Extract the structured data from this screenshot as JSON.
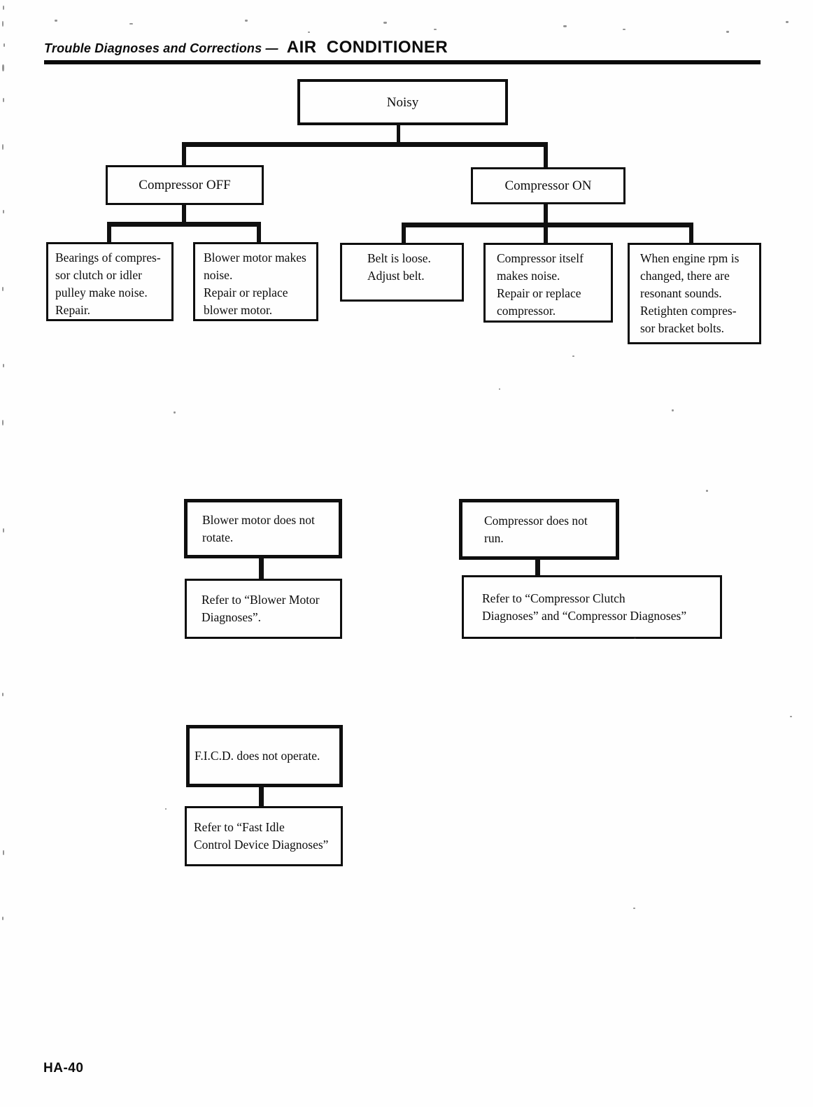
{
  "header": {
    "section_title": "Trouble Diagnoses and Corrections —",
    "page_title": "AIR CONDITIONER"
  },
  "flowchart": {
    "root_label": "Noisy",
    "branches": [
      {
        "label": "Compressor OFF",
        "causes": [
          {
            "text": "Bearings of compres-\nsor clutch or idler\npulley make noise.\nRepair."
          },
          {
            "text": "Blower motor makes\nnoise.\nRepair or replace\nblower motor."
          }
        ]
      },
      {
        "label": "Compressor ON",
        "causes": [
          {
            "text": "Belt is loose.\nAdjust belt."
          },
          {
            "text": "Compressor itself\nmakes noise.\nRepair or replace\ncompressor."
          },
          {
            "text": "When engine rpm is\nchanged, there are\nresonant sounds.\nRetighten compres-\nsor bracket bolts."
          }
        ]
      }
    ],
    "checks": [
      {
        "condition": "Blower motor does not\nrotate.",
        "action": "Refer to “Blower Motor\nDiagnoses”."
      },
      {
        "condition": "Compressor does not\nrun.",
        "action": "Refer to “Compressor Clutch\nDiagnoses” and “Compressor Diagnoses”"
      },
      {
        "condition": "F.I.C.D. does not operate.",
        "action": "Refer to “Fast Idle\nControl Device Diagnoses”"
      }
    ]
  },
  "footer": {
    "page_number": "HA-40"
  }
}
